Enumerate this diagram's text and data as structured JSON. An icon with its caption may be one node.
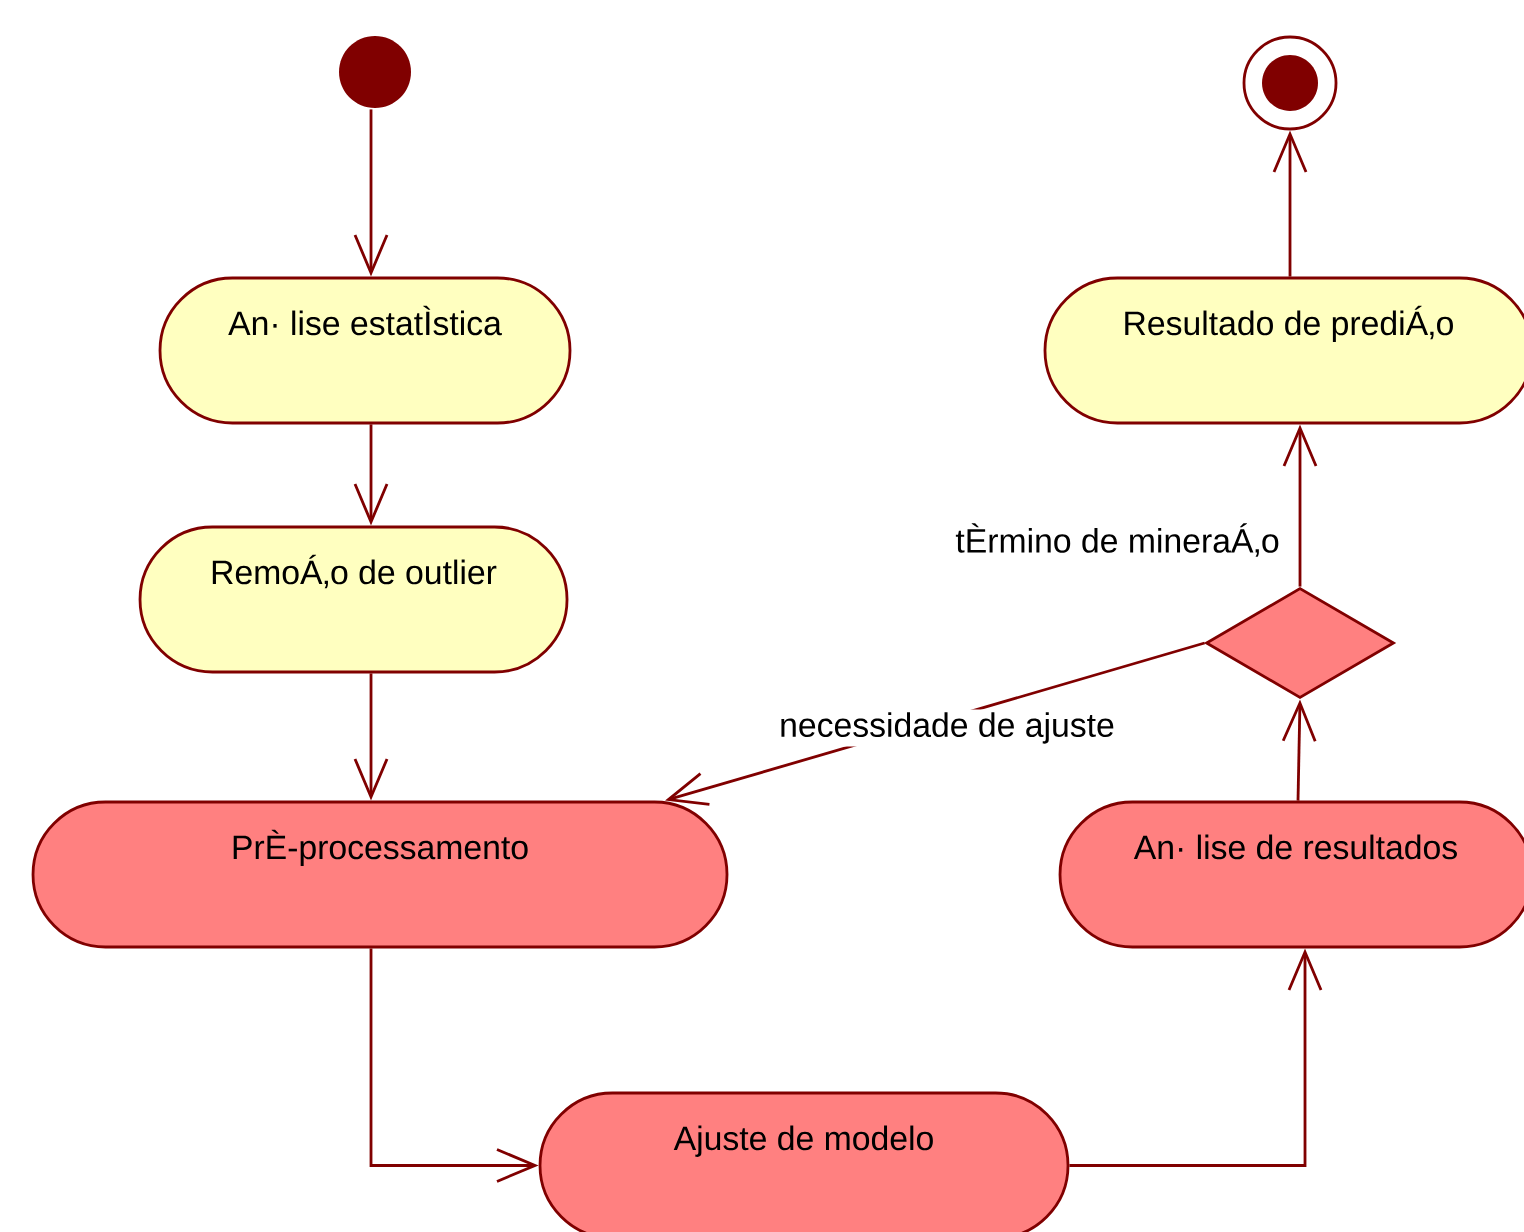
{
  "diagram": {
    "nodes": [
      {
        "text": [],
        "shape": "circle"
      },
      {
        "text": [
          "An· lise estatÌstica"
        ]
      },
      {
        "text": [
          "RemoÁ‚o de outlier"
        ]
      },
      {
        "text": [
          "PrÈ-processamento"
        ]
      },
      {
        "text": [
          "Ajuste de modelo"
        ]
      },
      {
        "text": [
          "An· lise de resultados"
        ]
      },
      {
        "text": [],
        "shape": "diamond"
      },
      {
        "text": [
          "Resultado de prediÁ‚o"
        ]
      },
      {
        "text": [],
        "shape": "circle"
      }
    ],
    "edges": [
      {
        "from": 0,
        "to": 1,
        "arrow": "to"
      },
      {
        "from": 1,
        "to": 2,
        "arrow": "to"
      },
      {
        "from": 2,
        "to": 3,
        "arrow": "to"
      },
      {
        "from": 3,
        "to": 4,
        "arrow": "to"
      },
      {
        "from": 4,
        "to": 5,
        "arrow": "to"
      },
      {
        "from": 5,
        "to": 6,
        "arrow": "to"
      },
      {
        "from": 6,
        "to": 3,
        "arrow": "to",
        "label": "necessidade de ajuste"
      },
      {
        "from": 6,
        "to": 7,
        "arrow": "to",
        "label": "tÈrmino de mineraÁ‚o"
      },
      {
        "from": 7,
        "to": 8,
        "arrow": "to"
      }
    ]
  }
}
